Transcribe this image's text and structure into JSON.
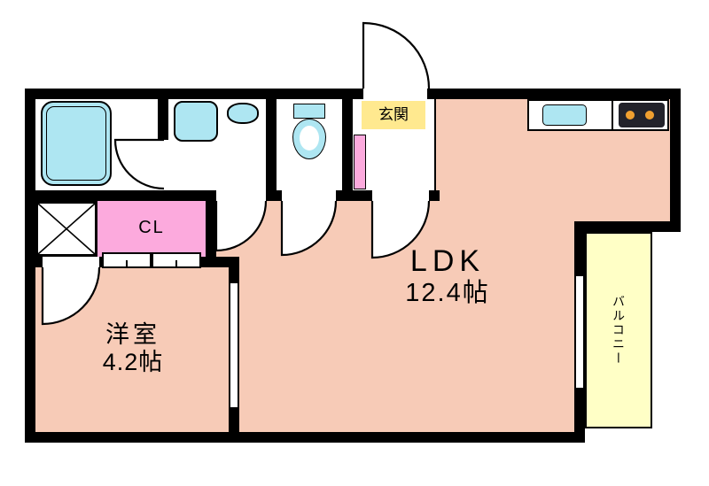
{
  "rooms": {
    "ldk": {
      "label": "LDK",
      "size": "12.4帖"
    },
    "youshitsu": {
      "label": "洋室",
      "size": "4.2帖"
    },
    "closet": {
      "label": "CL"
    },
    "genkan": {
      "label": "玄関"
    },
    "balcony": {
      "label": "バルコニー"
    }
  },
  "colors": {
    "wall": "#000000",
    "room_fill": "#f7cbb7",
    "closet_fill": "#fcaadd",
    "balcony_fill": "#ffffc6",
    "genkan_label_bg": "#ffe98f",
    "fixture_fill": "#aee6f2",
    "burner_color": "#f0a030"
  }
}
